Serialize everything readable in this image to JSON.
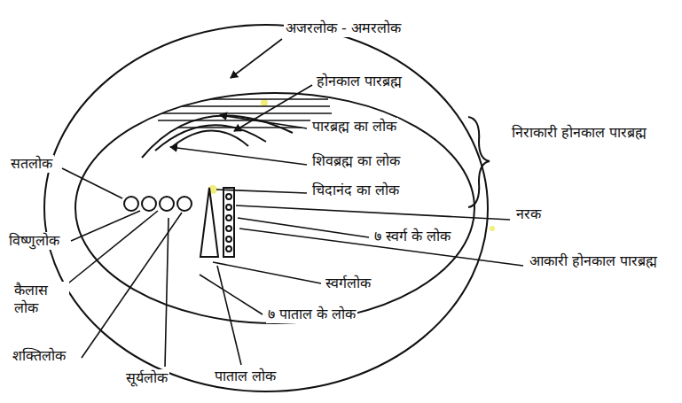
{
  "diagram": {
    "labels": [
      "अजरलोक - अमरलोक",
      "होनकाल पारब्रह्म",
      "पारब्रह्म का लोक",
      "निराकारी होनकाल पारब्रह्म",
      "सतलोक",
      "शिवब्रह्म का लोक",
      "चिदानंद का लोक",
      "नरक",
      "विष्णुलोक",
      "७ स्वर्ग के लोक",
      "आकारी होनकाल पारब्रह्म",
      "स्वर्गलोक",
      "कैलास लोक",
      "७ पाताल के लोक",
      "शक्तिलोक",
      "सूर्यलोक",
      "पाताल लोक"
    ]
  }
}
